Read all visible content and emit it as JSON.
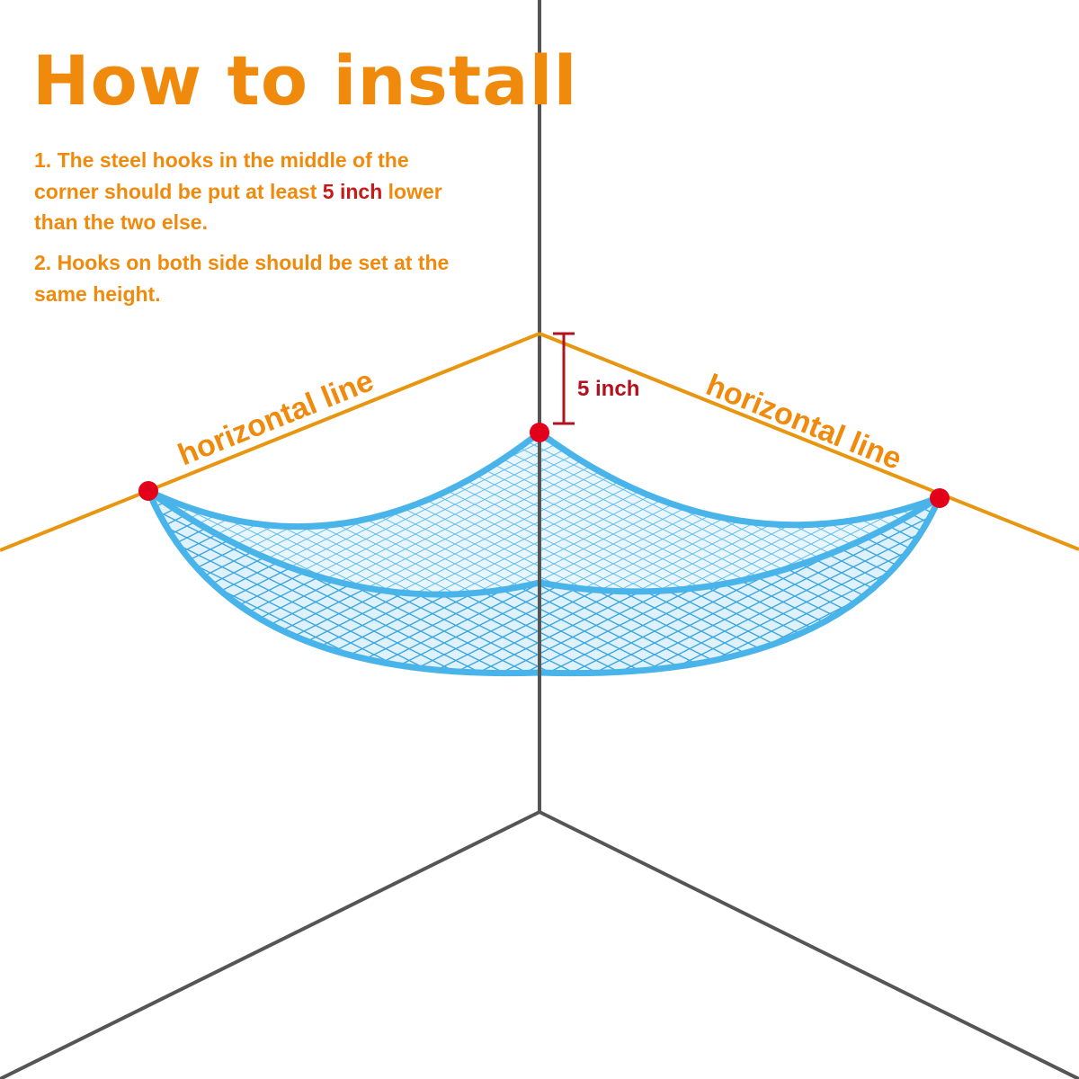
{
  "title": "How to install",
  "steps": {
    "step1": {
      "line1": "1. The steel hooks in the middle of the",
      "line2_pre": "corner should be put at least ",
      "line2_highlight": "5 inch",
      "line2_post": " lower",
      "line3": "than the two else."
    },
    "step2": {
      "line1": "2. Hooks on both side should be set at the",
      "line2": "same height."
    }
  },
  "labels": {
    "horizontal_left": "horizontal line",
    "horizontal_right": "horizontal line",
    "dimension": "5 inch"
  },
  "colors": {
    "text_orange": "#f08a0c",
    "highlight_red": "#c81a1a",
    "line_orange": "#e8950f",
    "wall_edge": "#555555",
    "net_blue": "#48b4ea",
    "hook_red": "#e3001b",
    "dimension_red": "#b3121c"
  }
}
